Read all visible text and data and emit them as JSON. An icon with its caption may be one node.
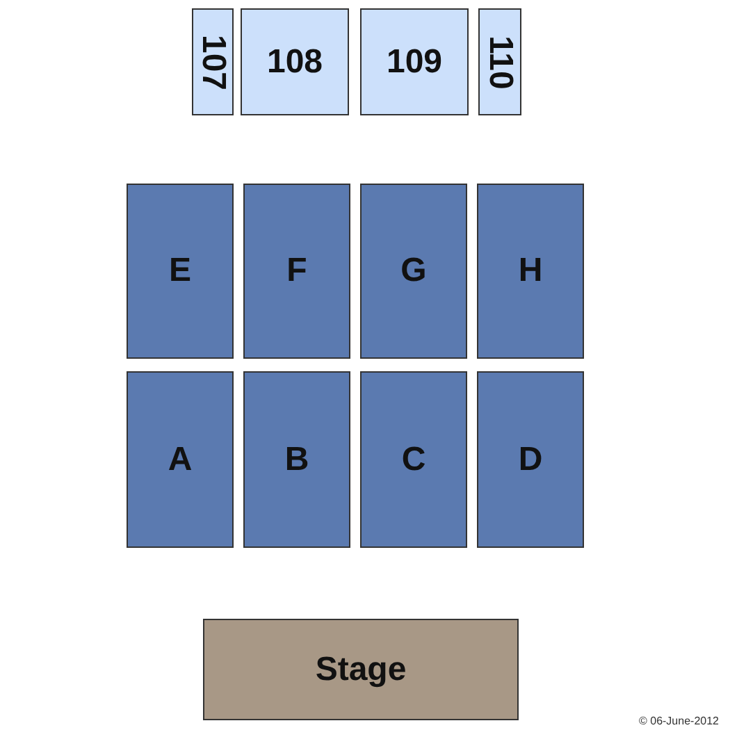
{
  "diagram": {
    "nodes": [
      {
        "text": [
          "107"
        ]
      },
      {
        "text": [
          "108"
        ]
      },
      {
        "text": [
          "109"
        ]
      },
      {
        "text": [
          "110"
        ]
      },
      {
        "text": [
          "E"
        ]
      },
      {
        "text": [
          "F"
        ]
      },
      {
        "text": [
          "G"
        ]
      },
      {
        "text": [
          "H"
        ]
      },
      {
        "text": [
          "A"
        ]
      },
      {
        "text": [
          "B"
        ]
      },
      {
        "text": [
          "C"
        ]
      },
      {
        "text": [
          "D"
        ]
      },
      {
        "text": [
          "Stage"
        ]
      }
    ],
    "labels": [
      "© 06-June-2012"
    ]
  }
}
